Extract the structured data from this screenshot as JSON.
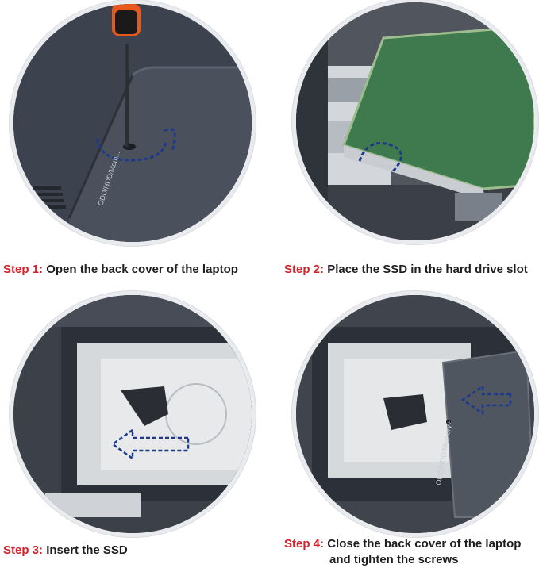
{
  "steps": [
    {
      "label": "Step 1:",
      "text": "Open the back cover of the laptop",
      "engraving": "ODD/HDD/Mem..."
    },
    {
      "label": "Step 2:",
      "text": "Place the SSD in the hard drive slot"
    },
    {
      "label": "Step 3:",
      "text": "Insert the SSD"
    },
    {
      "label": "Step 4:",
      "text": "Close the back cover of the laptop",
      "text2": "and tighten the screws",
      "engraving": "ODD/HDD/Memory+"
    }
  ],
  "colors": {
    "step_label": "#d2232a",
    "arrow": "#1f3a8a",
    "ssd_green": "#3f7a4e",
    "laptop_dark": "#3a3f4a"
  }
}
